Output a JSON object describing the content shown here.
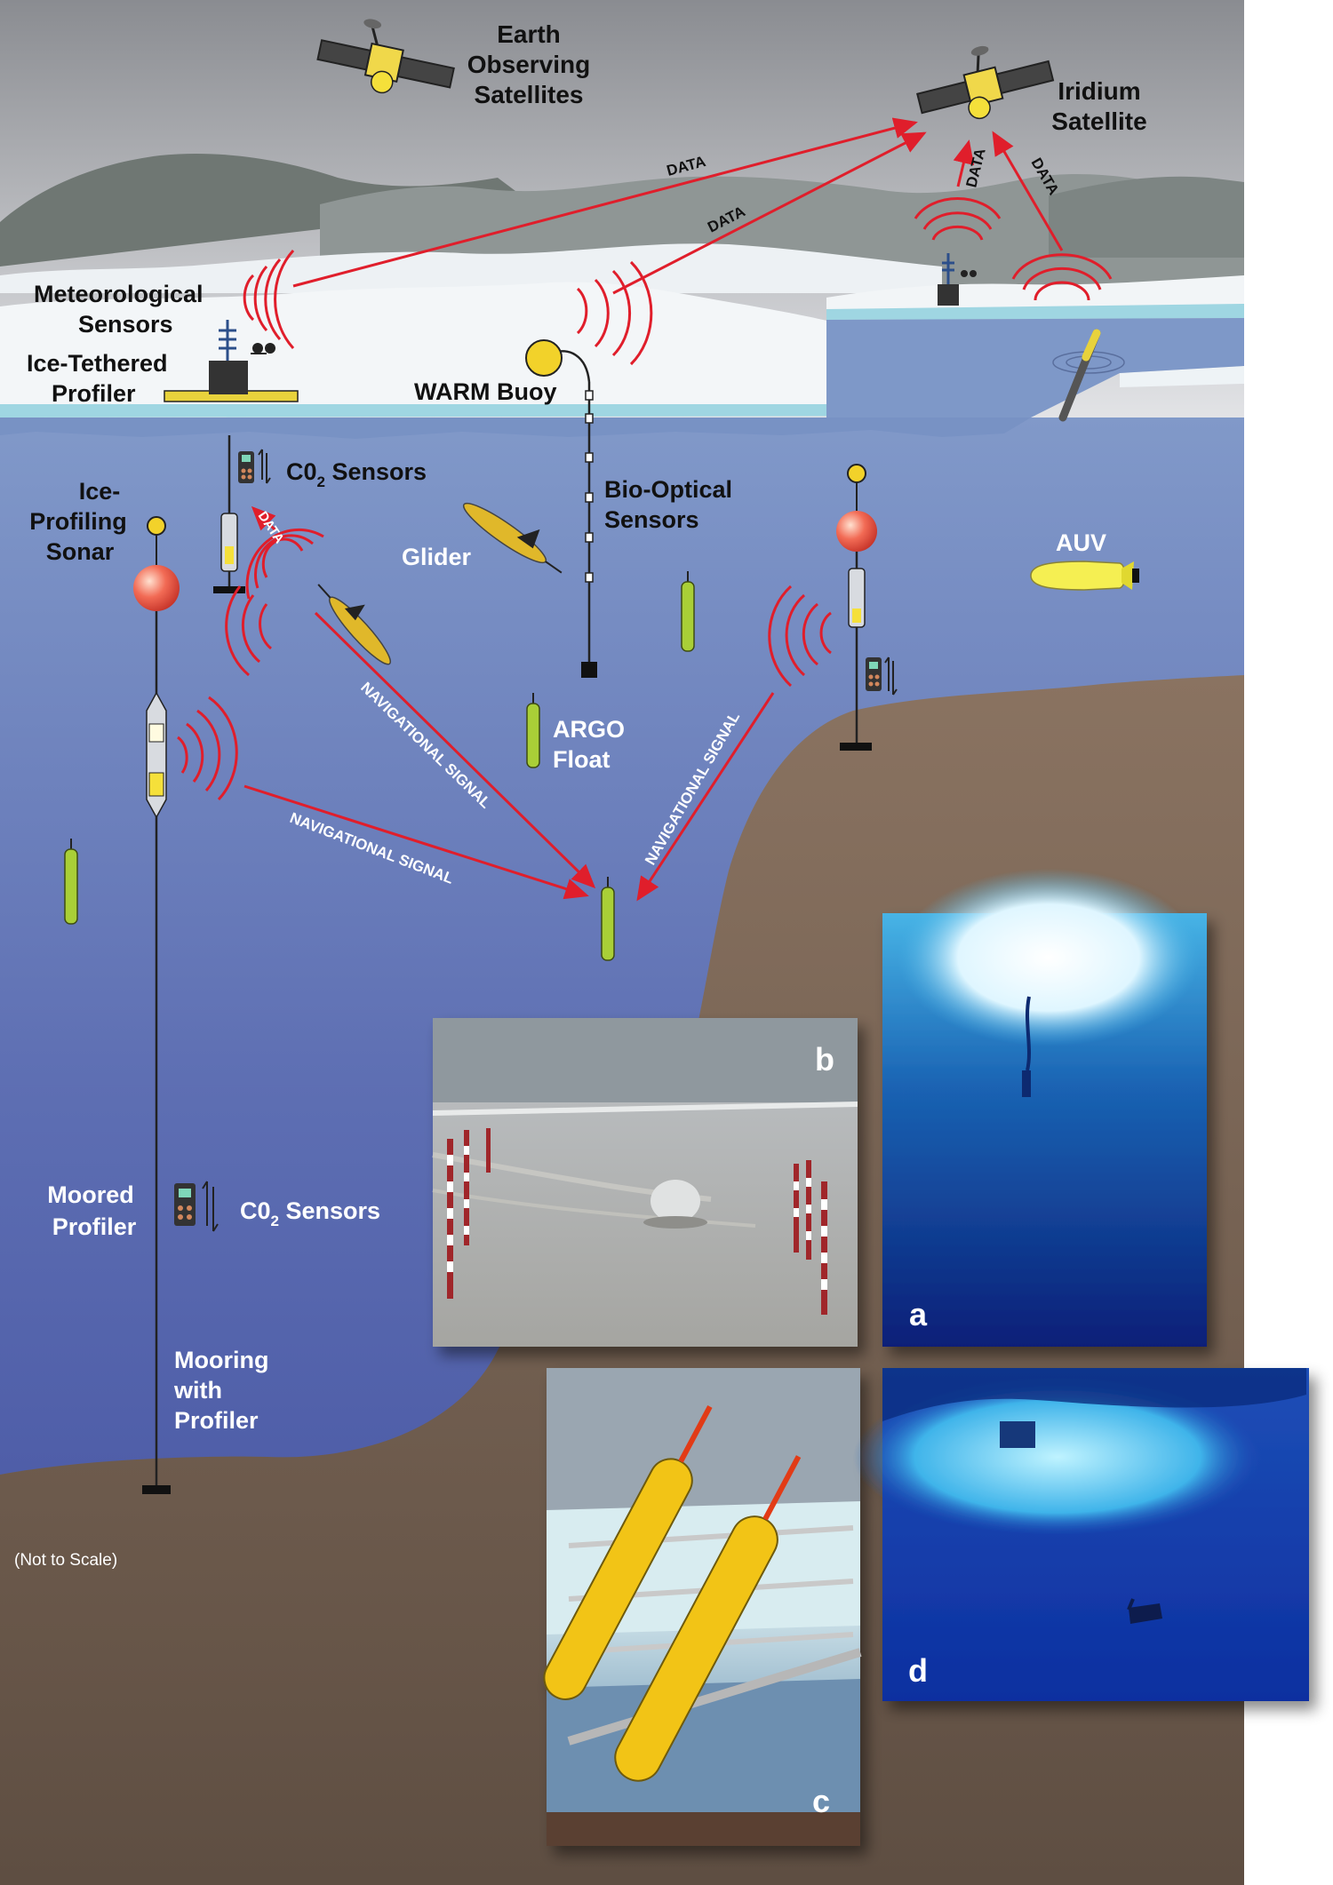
{
  "labels": {
    "earth_sat_1": "Earth",
    "earth_sat_2": "Observing",
    "earth_sat_3": "Satellites",
    "iridium_1": "Iridium",
    "iridium_2": "Satellite",
    "met_1": "Meteorological",
    "met_2": "Sensors",
    "itp_1": "Ice-Tethered",
    "itp_2": "Profiler",
    "warm": "WARM Buoy",
    "co2_top": "C0",
    "co2_top_sub": "2",
    "co2_top_rest": " Sensors",
    "ice_prof_1": "Ice-",
    "ice_prof_2": "Profiling",
    "ice_prof_3": "Sonar",
    "glider": "Glider",
    "bio_1": "Bio-Optical",
    "bio_2": "Sensors",
    "auv": "AUV",
    "argo_1": "ARGO",
    "argo_2": "Float",
    "moored_1": "Moored",
    "moored_2": "Profiler",
    "co2_bot": "C0",
    "co2_bot_sub": "2",
    "co2_bot_rest": " Sensors",
    "mooring_1": "Mooring",
    "mooring_2": "with",
    "mooring_3": "Profiler",
    "not_to_scale": "(Not to Scale)",
    "data": "DATA",
    "nav": "NAVIGATIONAL SIGNAL"
  },
  "photo_panels": {
    "a": "a",
    "b": "b",
    "c": "c",
    "d": "d"
  },
  "colors": {
    "sky_top": "#8b8d92",
    "sky_bottom": "#e6e6e8",
    "ocean_top": "#7f98c9",
    "ocean_bottom": "#3d4b9c",
    "seabed": "#7a6656",
    "signal_red": "#e01e2b",
    "instrument_yellow": "#e8d23c",
    "ice": "#eef3f6"
  }
}
